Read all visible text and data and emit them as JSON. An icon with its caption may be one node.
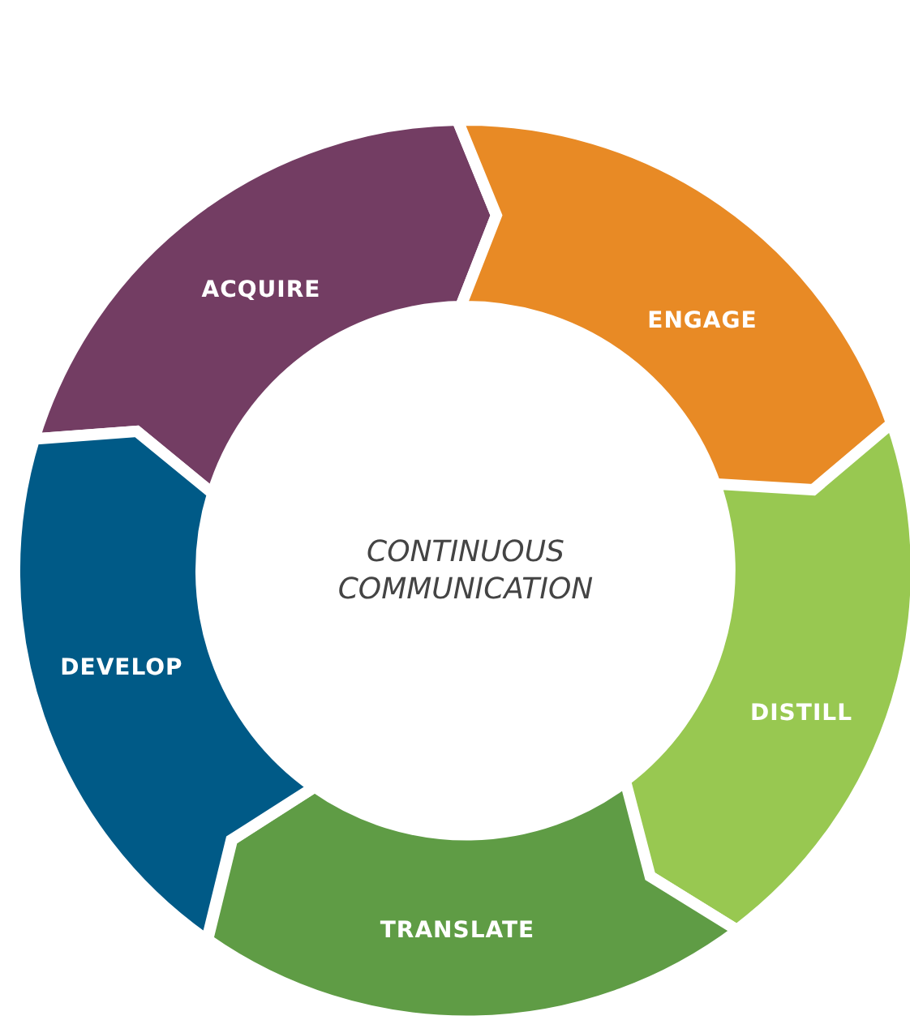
{
  "diagram": {
    "nodes": [
      {
        "text": [
          "ACQUIRE"
        ]
      },
      {
        "text": [
          "ENGAGE"
        ]
      },
      {
        "text": [
          "DISTILL"
        ]
      },
      {
        "text": [
          "TRANSLATE"
        ]
      },
      {
        "text": [
          "DEVELOP"
        ]
      },
      {
        "text": [
          "CONTINUOUS COMMUNICATION"
        ]
      }
    ],
    "edges": []
  }
}
